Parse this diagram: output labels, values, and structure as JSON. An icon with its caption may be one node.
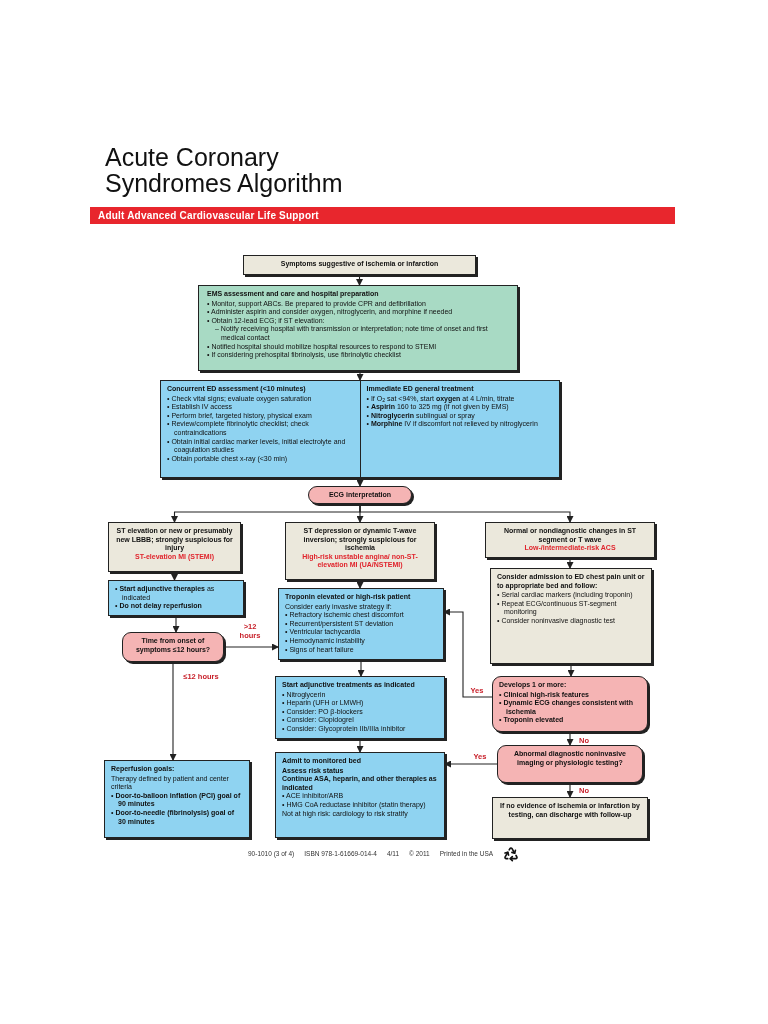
{
  "diagram": {
    "title": "Acute Coronary Syndromes Algorithm",
    "nodes": [
      {
        "text": [
          "Adult Advanced Cardiovascular Life Support"
        ]
      },
      {
        "text": [
          "Symptoms suggestive of ischemia or infarction"
        ]
      },
      {
        "text": [
          "EMS assessment and care and hospital preparation",
          "• Monitor, support ABCs. Be prepared to provide CPR and defibrillation",
          "• Administer aspirin and consider oxygen, nitroglycerin, and morphine if needed",
          "• Obtain 12-lead ECG; if ST elevation:",
          "– Notify receiving hospital with transmission or interpretation; note time of onset and first medical contact",
          "• Notified hospital should mobilize hospital resources to respond to STEMI",
          "• If considering prehospital fibrinolysis, use fibrinolytic checklist"
        ]
      },
      {
        "text": [],
        "shape": "box"
      },
      {
        "text": [
          "Concurrent ED assessment (<10 minutes)",
          "• Check vital signs; evaluate oxygen saturation",
          "• Establish IV access",
          "• Perform brief, targeted history, physical exam",
          "• Review/complete fibrinolytic checklist; check contraindications",
          "• Obtain initial cardiac marker levels, initial electrolyte and coagulation studies",
          "• Obtain portable chest x-ray (<30 min)"
        ],
        "in": 3
      },
      {
        "text": [
          "Immediate ED general treatment",
          "• If O$_{2}$ sat <94%, start **oxygen** at 4 L/min, titrate",
          "• **Aspirin** 160 to 325 mg (if not given by EMS)",
          "• **Nitroglycerin** sublingual or spray",
          "• **Morphine** IV if discomfort not relieved by nitroglycerin"
        ],
        "in": 3
      },
      {
        "text": [
          "ECG interpretation"
        ]
      },
      {
        "text": [
          "ST elevation or new or presumably new LBBB; strongly suspicious for injury",
          "ST-elevation MI (STEMI)"
        ]
      },
      {
        "text": [
          "ST depression or dynamic T-wave inversion; strongly suspicious for ischemia",
          "High-risk unstable angina/ non-ST-elevation MI (UA/NSTEMI)"
        ]
      },
      {
        "text": [
          "Normal or nondiagnostic changes in ST segment or T wave",
          "Low-/intermediate-risk ACS"
        ]
      },
      {
        "text": [
          "• **Start adjunctive therapies** as indicated",
          "• **Do not delay reperfusion**"
        ]
      },
      {
        "text": [
          "Time from onset of symptoms ≤12 hours?"
        ]
      },
      {
        "text": [
          "Troponin elevated or high-risk patient",
          "Consider early invasive strategy if:",
          "• Refractory ischemic chest discomfort",
          "• Recurrent/persistent ST deviation",
          "• Ventricular tachycardia",
          "• Hemodynamic instability",
          "• Signs of heart failure"
        ]
      },
      {
        "text": [
          "Consider admission to ED chest pain unit or to appropriate bed and follow:",
          "• Serial cardiac markers (including troponin)",
          "• Repeat ECG/continuous ST-segment monitoring",
          "• Consider noninvasive diagnostic test"
        ]
      },
      {
        "text": [
          "Start adjunctive treatments as indicated",
          "• Nitroglycerin",
          "• Heparin (UFH or LMWH)",
          "• Consider: PO β-blockers",
          "• Consider: Clopidogrel",
          "• Consider: Glycoprotein IIb/IIIa inhibitor"
        ]
      },
      {
        "text": [
          "Develops 1 or more:",
          "• Clinical high-risk features",
          "• Dynamic ECG changes consistent with ischemia",
          "• Troponin elevated"
        ]
      },
      {
        "text": [
          "Reperfusion goals:",
          "Therapy defined by patient and center criteria",
          "• **Door-to-balloon inflation (PCI) goal of 90 minutes**",
          "• **Door-to-needle (fibrinolysis) goal of 30 minutes**"
        ]
      },
      {
        "text": [
          "Admit to monitored bed",
          "Assess risk status",
          "Continue ASA, heparin, and other therapies as indicated",
          "• ACE inhibitor/ARB",
          "• HMG CoA reductase inhibitor (statin therapy)",
          "Not at high risk: cardiology to risk stratify"
        ]
      },
      {
        "text": [
          "Abnormal diagnostic noninvasive imaging or physiologic testing?"
        ]
      },
      {
        "text": [
          "If no evidence of ischemia or infarction by testing, can discharge with follow-up"
        ]
      }
    ],
    "edges": [
      {
        "from": 1,
        "to": 2,
        "arrow": "to"
      },
      {
        "from": 2,
        "to": 3,
        "arrow": "to"
      },
      {
        "from": 3,
        "to": 6,
        "arrow": "to"
      },
      {
        "from": 6,
        "to": 7,
        "arrow": "to"
      },
      {
        "from": 6,
        "to": 8,
        "arrow": "to"
      },
      {
        "from": 6,
        "to": 9,
        "arrow": "to"
      },
      {
        "from": 7,
        "to": 10,
        "arrow": "to"
      },
      {
        "from": 10,
        "to": 11,
        "arrow": "to"
      },
      {
        "from": 11,
        "to": 12,
        "arrow": "to",
        "label": ">12 hours"
      },
      {
        "from": 11,
        "to": 16,
        "arrow": "to",
        "label": "≤12 hours"
      },
      {
        "from": 8,
        "to": 12,
        "arrow": "to"
      },
      {
        "from": 12,
        "to": 14,
        "arrow": "to"
      },
      {
        "from": 14,
        "to": 17,
        "arrow": "to"
      },
      {
        "from": 9,
        "to": 13,
        "arrow": "to"
      },
      {
        "from": 13,
        "to": 15,
        "arrow": "to"
      },
      {
        "from": 15,
        "to": 12,
        "arrow": "to",
        "label": "Yes"
      },
      {
        "from": 15,
        "to": 18,
        "arrow": "to",
        "label": "No"
      },
      {
        "from": 18,
        "to": 17,
        "arrow": "to",
        "label": "Yes"
      },
      {
        "from": 18,
        "to": 19,
        "arrow": "to",
        "label": "No"
      }
    ],
    "labels": [
      "90-1010 (3 of 4)",
      "ISBN 978-1-61669-014-4",
      "4/11",
      "© 2011",
      "Printed in the USA"
    ]
  }
}
